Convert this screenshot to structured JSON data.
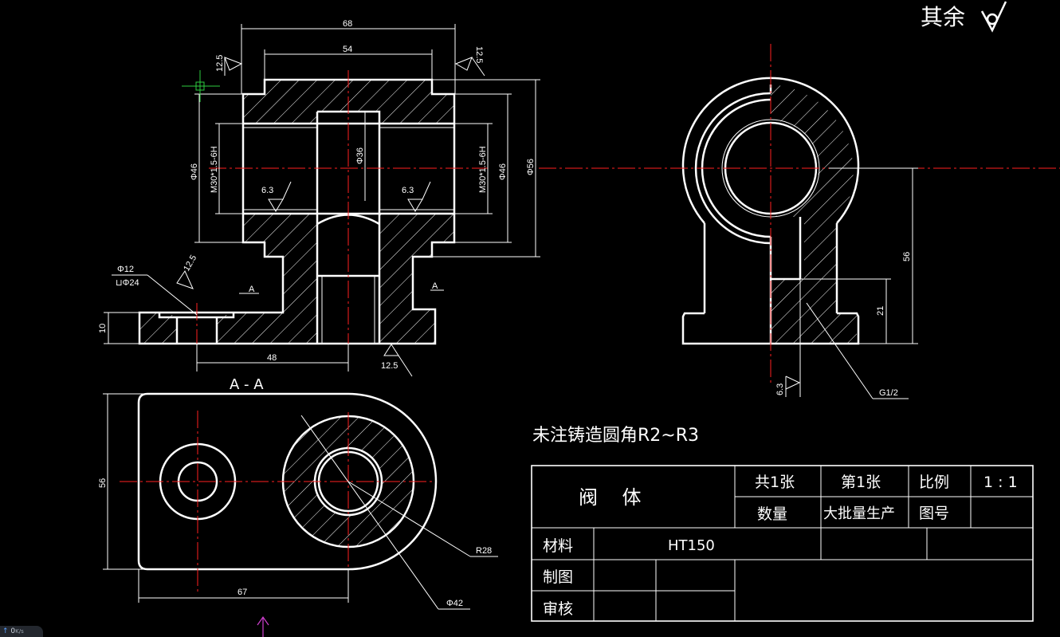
{
  "drawing": {
    "surface_note": "其余",
    "section_label": "A - A",
    "section_marks": [
      "A",
      "A"
    ],
    "note": "未注铸造圆角R2~R3",
    "colors": {
      "background": "#000000",
      "outline": "#ffffff",
      "center_line": "#ff2020",
      "hatch": "#ffffff"
    }
  },
  "front_view": {
    "dims": {
      "top_width": "68",
      "inner_width": "54",
      "base_left": "48",
      "base_height": "10",
      "dia_46_left": "Φ46",
      "dia_46_right": "Φ46",
      "dia_56": "Φ56",
      "dia_36": "Φ36",
      "thread_left": "M30*1.5-6H",
      "thread_right": "M30*1.5-6H",
      "rough_tl": "12.5",
      "rough_tr": "12.5",
      "rough_bottom": "12.5",
      "rough_in_left": "6.3",
      "rough_in_right": "6.3",
      "rough_counterbore": "12.5",
      "hole_dia": "Φ12",
      "counterbore_dia": "⊔Φ24"
    }
  },
  "side_view": {
    "dims": {
      "height_56": "56",
      "height_21": "21",
      "rough_63": "6.3",
      "thread_g": "G1/2"
    }
  },
  "top_view": {
    "dims": {
      "height_56": "56",
      "length_67": "67",
      "radius": "R28",
      "dia_42": "Φ42"
    }
  },
  "title_block": {
    "part_name": "阀    体",
    "total_sheets": "共1张",
    "sheet_no": "第1张",
    "scale_label": "比例",
    "scale_value": "1 : 1",
    "qty_label": "数量",
    "production": "大批量生产",
    "drawing_no_label": "图号",
    "material_label": "材料",
    "material_value": "HT150",
    "drawn_label": "制图",
    "checked_label": "审核"
  },
  "status_bar": {
    "speed": "0",
    "unit": "K/s"
  }
}
